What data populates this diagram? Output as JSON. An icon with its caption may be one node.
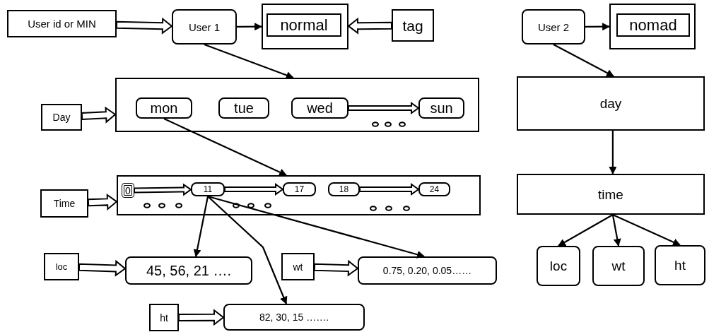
{
  "diagram": {
    "nodes": [
      {
        "text": [
          "User id or MIN"
        ]
      },
      {
        "text": [
          "User 1"
        ]
      },
      {
        "text": [],
        "shape": "box"
      },
      {
        "text": [
          "normal"
        ],
        "in": 2
      },
      {
        "text": [
          "tag"
        ]
      },
      {
        "text": [],
        "shape": "box"
      },
      {
        "text": [
          "mon"
        ],
        "in": 5
      },
      {
        "text": [
          "tue"
        ],
        "in": 5
      },
      {
        "text": [
          "wed"
        ],
        "in": 5
      },
      {
        "text": [
          "sun"
        ],
        "in": 5
      },
      {
        "text": [
          "Day"
        ]
      },
      {
        "text": [],
        "shape": "box"
      },
      {
        "text": [
          "0"
        ],
        "in": 11
      },
      {
        "text": [
          "11"
        ],
        "in": 11
      },
      {
        "text": [
          "17"
        ],
        "in": 11
      },
      {
        "text": [
          "18"
        ],
        "in": 11
      },
      {
        "text": [
          "24"
        ],
        "in": 11
      },
      {
        "text": [
          "Time"
        ]
      },
      {
        "text": [
          "loc"
        ]
      },
      {
        "text": [
          "45, 56, 21 …."
        ]
      },
      {
        "text": [
          "wt"
        ]
      },
      {
        "text": [
          "0.75, 0.20, 0.05……"
        ]
      },
      {
        "text": [
          "ht"
        ]
      },
      {
        "text": [
          "82, 30,  15 ……."
        ]
      },
      {
        "text": [
          "User 2"
        ]
      },
      {
        "text": [],
        "shape": "box"
      },
      {
        "text": [
          "nomad"
        ],
        "in": 25
      },
      {
        "text": [
          "day"
        ]
      },
      {
        "text": [
          "time"
        ]
      },
      {
        "text": [
          "loc"
        ]
      },
      {
        "text": [
          "wt"
        ]
      },
      {
        "text": [
          "ht"
        ]
      }
    ],
    "edges": [
      {
        "from": 0,
        "to": 1,
        "arrow": "to",
        "style": "thick"
      },
      {
        "from": 1,
        "to": 2,
        "arrow": "to"
      },
      {
        "from": 4,
        "to": 2,
        "arrow": "to",
        "style": "thick"
      },
      {
        "from": 1,
        "to": 5,
        "arrow": "to"
      },
      {
        "from": 10,
        "to": 5,
        "arrow": "to",
        "style": "thick"
      },
      {
        "from": 8,
        "to": 9,
        "arrow": "to",
        "style": "thick"
      },
      {
        "from": 6,
        "to": 11,
        "arrow": "to"
      },
      {
        "from": 17,
        "to": 11,
        "arrow": "to",
        "style": "thick"
      },
      {
        "from": 12,
        "to": 13,
        "arrow": "to",
        "style": "thick"
      },
      {
        "from": 13,
        "to": 14,
        "arrow": "to",
        "style": "thick"
      },
      {
        "from": 15,
        "to": 16,
        "arrow": "to",
        "style": "thick"
      },
      {
        "from": 13,
        "to": 19,
        "arrow": "to"
      },
      {
        "from": 13,
        "to": 23,
        "arrow": "to"
      },
      {
        "from": 13,
        "to": 21,
        "arrow": "to"
      },
      {
        "from": 18,
        "to": 19,
        "arrow": "to",
        "style": "thick"
      },
      {
        "from": 20,
        "to": 21,
        "arrow": "to",
        "style": "thick"
      },
      {
        "from": 22,
        "to": 23,
        "arrow": "to",
        "style": "thick"
      },
      {
        "from": 24,
        "to": 25,
        "arrow": "to"
      },
      {
        "from": 24,
        "to": 27,
        "arrow": "to"
      },
      {
        "from": 27,
        "to": 28,
        "arrow": "to"
      },
      {
        "from": 28,
        "to": 29,
        "arrow": "to"
      },
      {
        "from": 28,
        "to": 30,
        "arrow": "to"
      },
      {
        "from": 28,
        "to": 31,
        "arrow": "to"
      }
    ]
  }
}
